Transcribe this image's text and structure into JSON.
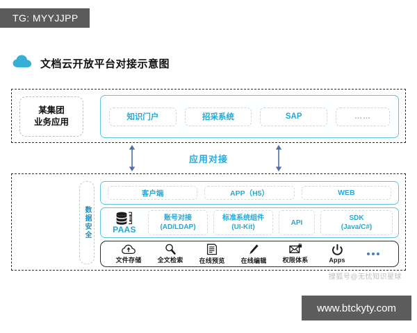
{
  "overlay": {
    "tg_banner": "TG: MYYJJPP",
    "url_badge": "www.btckyty.com",
    "watermark": "搜狐号@无忧知识星球"
  },
  "header": {
    "title": "文档云开放平台对接示意图",
    "logo_icon": "cloud-icon"
  },
  "diagram": {
    "top_band": {
      "group_label": {
        "line1": "某集团",
        "line2": "业务应用"
      },
      "apps": [
        {
          "label": "知识门户"
        },
        {
          "label": "招采系统"
        },
        {
          "label": "SAP"
        },
        {
          "label": "……"
        }
      ]
    },
    "connector": {
      "label": "应用对接",
      "arrow_icon": "double-arrow-vertical-icon"
    },
    "bottom_band": {
      "security_label": "数据安全",
      "channels": [
        {
          "label": "客户端"
        },
        {
          "label": "APP（H5）"
        },
        {
          "label": "WEB"
        }
      ],
      "paas": {
        "icon": "database-stack-icon",
        "label": "PAAS",
        "components": [
          {
            "line1": "账号对接",
            "line2": "(AD/LDAP)"
          },
          {
            "line1": "标准系统组件",
            "line2": "(UI-Kit)"
          },
          {
            "line1": "API",
            "line2": ""
          },
          {
            "line1": "SDK",
            "line2": "(Java/C#)"
          }
        ]
      },
      "features": [
        {
          "label": "文件存储",
          "icon": "cloud-upload-icon"
        },
        {
          "label": "全文检索",
          "icon": "magnifier-icon"
        },
        {
          "label": "在线预览",
          "icon": "document-icon"
        },
        {
          "label": "在线编辑",
          "icon": "pen-icon"
        },
        {
          "label": "权限体系",
          "icon": "envelope-lock-icon"
        },
        {
          "label": "Apps",
          "icon": "power-icon"
        },
        {
          "label": "",
          "icon": "more-dots-icon"
        }
      ]
    }
  },
  "colors": {
    "accent_blue": "#23a8d8",
    "border_blue": "#62c3de",
    "arrow_blue": "#4a6fa5",
    "banner_gray": "#5b5b5b",
    "dark_outline": "#2b2b2b"
  }
}
